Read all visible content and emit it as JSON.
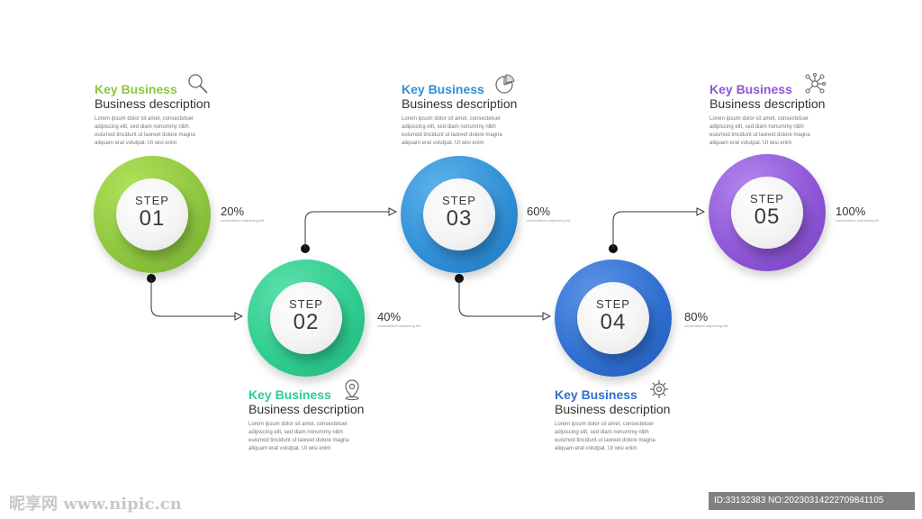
{
  "steps": [
    {
      "step_label": "STEP",
      "number": "01",
      "title": "Key Business",
      "subtitle": "Business description",
      "body": "Lorem ipsum dolor sit amet, consectetuer adipiscing elit, sed diam nonummy nibh euismod tincidunt ut laoreet dolore magna aliquam erat volutpat. Ut wisi enim",
      "percent": "20%",
      "note": "consectetuer adipiscing elit",
      "icon": "magnifier-icon",
      "color": "#8dc63f"
    },
    {
      "step_label": "STEP",
      "number": "02",
      "title": "Key Business",
      "subtitle": "Business description",
      "body": "Lorem ipsum dolor sit amet, consectetuer adipiscing elit, sed diam nonummy nibh euismod tincidunt ut laoreet dolore magna aliquam erat volutpat. Ut wisi enim",
      "percent": "40%",
      "note": "consectetuer adipiscing elit",
      "icon": "location-pin-icon",
      "color": "#2ecc8f"
    },
    {
      "step_label": "STEP",
      "number": "03",
      "title": "Key Business",
      "subtitle": "Business description",
      "body": "Lorem ipsum dolor sit amet, consectetuer adipiscing elit, sed diam nonummy nibh euismod tincidunt ut laoreet dolore magna aliquam erat volutpat. Ut wisi enim",
      "percent": "60%",
      "note": "consectetuer adipiscing elit",
      "icon": "pie-chart-icon",
      "color": "#2f8fd6"
    },
    {
      "step_label": "STEP",
      "number": "04",
      "title": "Key Business",
      "subtitle": "Business description",
      "body": "Lorem ipsum dolor sit amet, consectetuer adipiscing elit, sed diam nonummy nibh euismod tincidunt ut laoreet dolore magna aliquam erat volutpat. Ut wisi enim",
      "percent": "80%",
      "note": "consectetuer adipiscing elit",
      "icon": "gear-icon",
      "color": "#2f6fd0"
    },
    {
      "step_label": "STEP",
      "number": "05",
      "title": "Key Business",
      "subtitle": "Business description",
      "body": "Lorem ipsum dolor sit amet, consectetuer adipiscing elit, sed diam nonummy nibh euismod tincidunt ut laoreet dolore magna aliquam erat volutpat. Ut wisi enim",
      "percent": "100%",
      "note": "consectetuer adipiscing elit",
      "icon": "network-icon",
      "color": "#8e55d6"
    }
  ],
  "watermark": {
    "left": "昵享网 www.nipic.cn",
    "right": "ID:33132383 NO:20230314222709841105"
  }
}
